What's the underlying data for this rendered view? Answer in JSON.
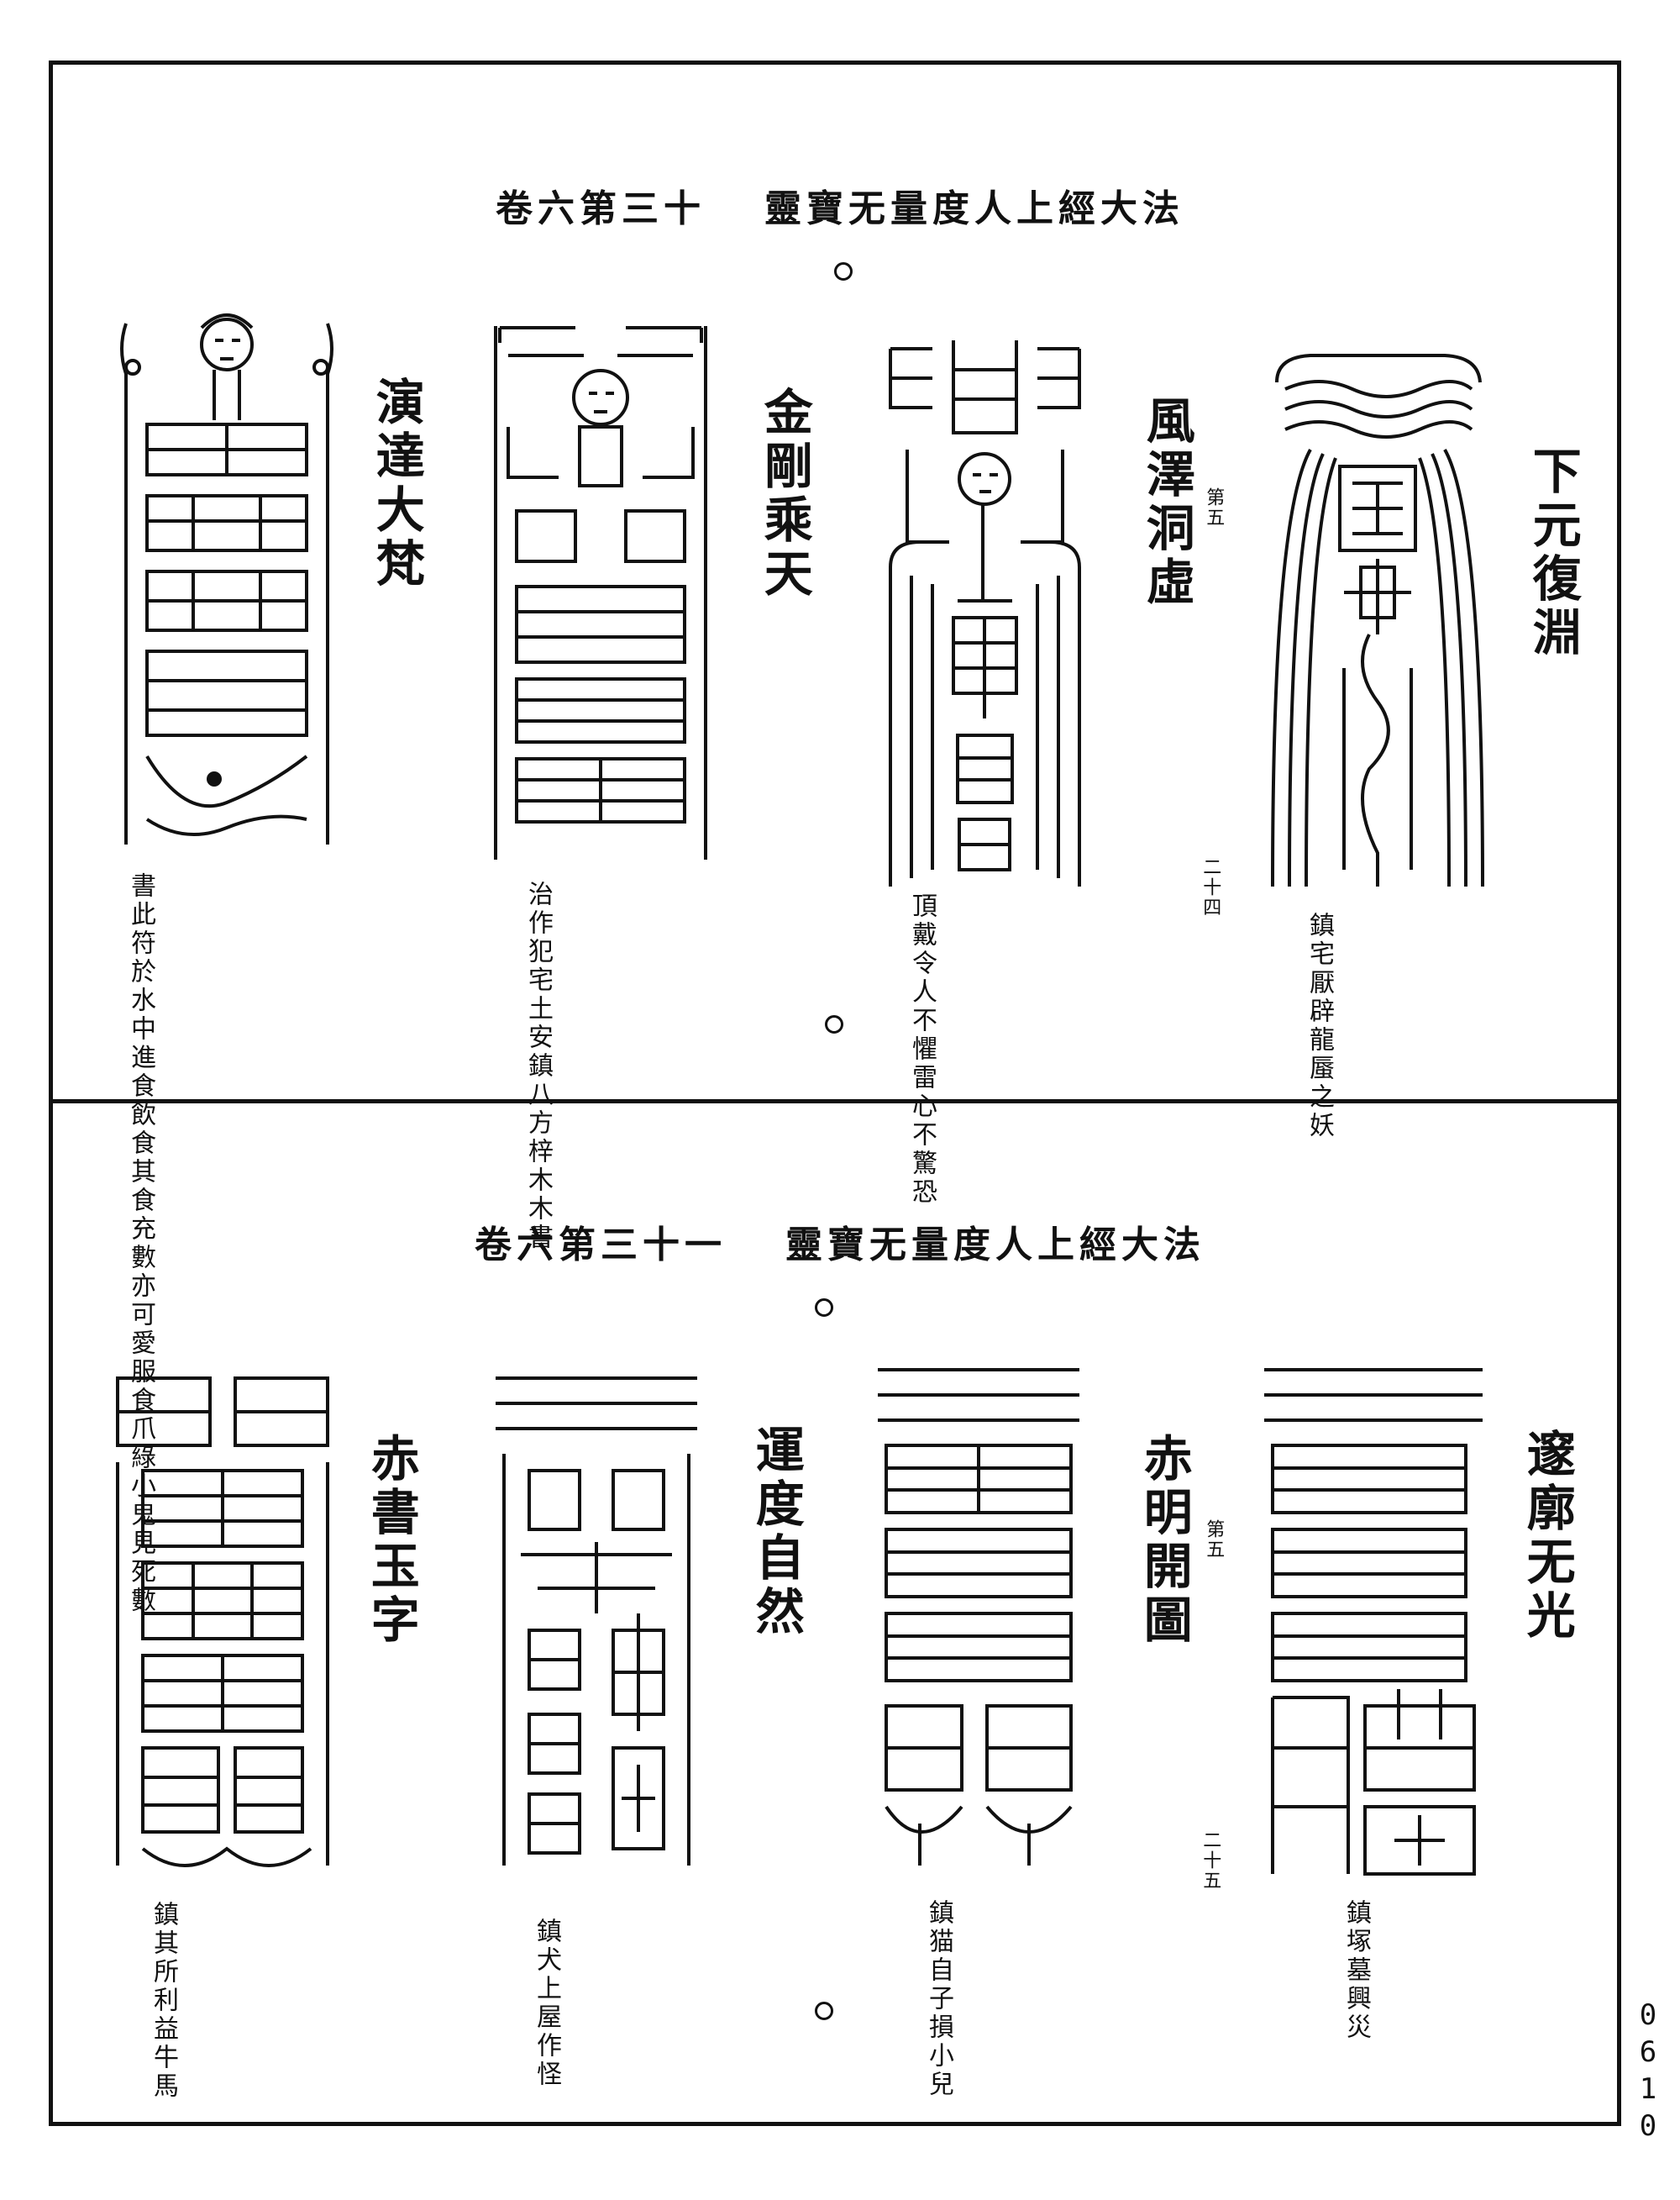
{
  "page_number": "0610",
  "upper": {
    "header": {
      "title": "靈寶无量度人上經大法",
      "chapter": "卷六第三十"
    },
    "entries": [
      {
        "title": "下元復淵",
        "note": "鎮宅厭辟龍蜃之妖",
        "marker": "二十四"
      },
      {
        "title": "風澤洞虛",
        "note": "頂戴令人不懼雷心不驚恐",
        "marker": "第五"
      },
      {
        "title": "金剛乘天",
        "note": "治作犯宅土安鎮八方梓木木書"
      },
      {
        "title": "演達大梵",
        "note": "書此符於水中進食飲食其食充數亦可愛服食爪綠小鬼見死數"
      }
    ]
  },
  "lower": {
    "header": {
      "title": "靈寶无量度人上經大法",
      "chapter": "卷六第三十一"
    },
    "entries": [
      {
        "title": "邃廓无光",
        "note": "鎮塚墓興災",
        "marker": "二十五"
      },
      {
        "title": "赤明開圖",
        "note": "鎮猫自子損小兒",
        "marker": "第五"
      },
      {
        "title": "運度自然",
        "note": "鎮犬上屋作怪"
      },
      {
        "title": "赤書玉字",
        "note": "鎮其所利益牛馬"
      }
    ]
  }
}
